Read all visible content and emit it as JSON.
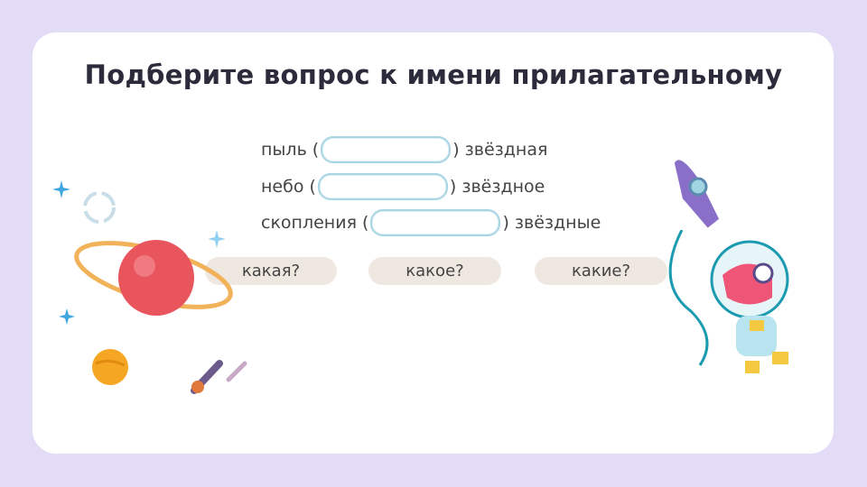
{
  "title": "Подберите вопрос к имени прилагательному",
  "rows": [
    {
      "before": "пыль (",
      "after": ") звёздная"
    },
    {
      "before": "небо (",
      "after": ") звёздное"
    },
    {
      "before": "скопления (",
      "after": ") звёздные"
    }
  ],
  "options": [
    "какая?",
    "какое?",
    "какие?"
  ],
  "colors": {
    "background": "#e2dcf6",
    "card": "#ffffff",
    "option": "#efe8e0",
    "box_border": "#a9d4e4"
  }
}
